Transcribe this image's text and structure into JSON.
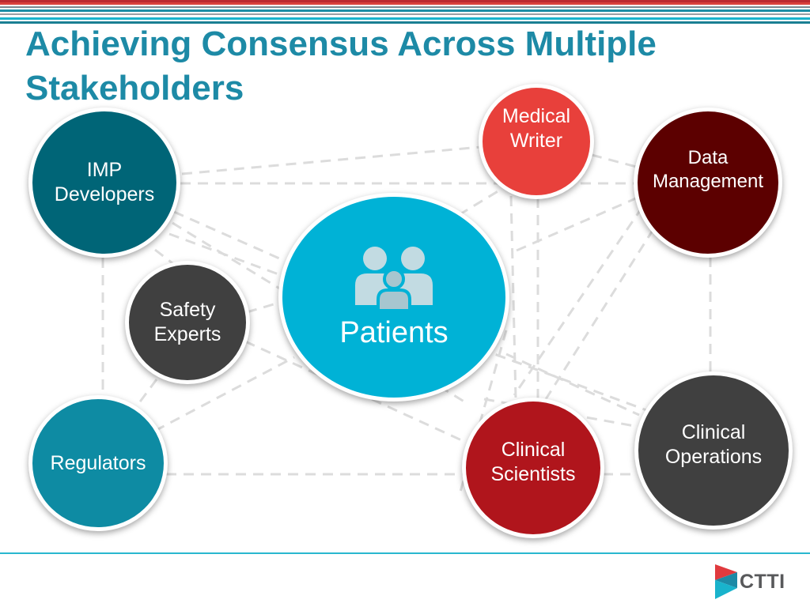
{
  "title": "Achieving Consensus Across Multiple Stakeholders",
  "center": {
    "label": "Patients",
    "icon": "people-group-icon",
    "color": "#00b2d6"
  },
  "stakeholders": [
    {
      "id": "imp-developers",
      "lines": [
        "IMP",
        "Developers"
      ],
      "color": "#006577"
    },
    {
      "id": "medical-writer",
      "lines": [
        "Medical",
        "Writer"
      ],
      "color": "#e8403b"
    },
    {
      "id": "data-management",
      "lines": [
        "Data",
        "Management"
      ],
      "color": "#5c0000"
    },
    {
      "id": "safety-experts",
      "lines": [
        "Safety",
        "Experts"
      ],
      "color": "#404040"
    },
    {
      "id": "regulators",
      "lines": [
        "Regulators"
      ],
      "color": "#0e8ba3"
    },
    {
      "id": "clinical-scientists",
      "lines": [
        "Clinical",
        "Scientists"
      ],
      "color": "#b0151c"
    },
    {
      "id": "clinical-operations",
      "lines": [
        "Clinical",
        "Operations"
      ],
      "color": "#404040"
    }
  ],
  "connector_color": "#dcdcdc",
  "footer": {
    "logo_text": "CTTI",
    "logo_icon": "ctti-logo-icon"
  }
}
